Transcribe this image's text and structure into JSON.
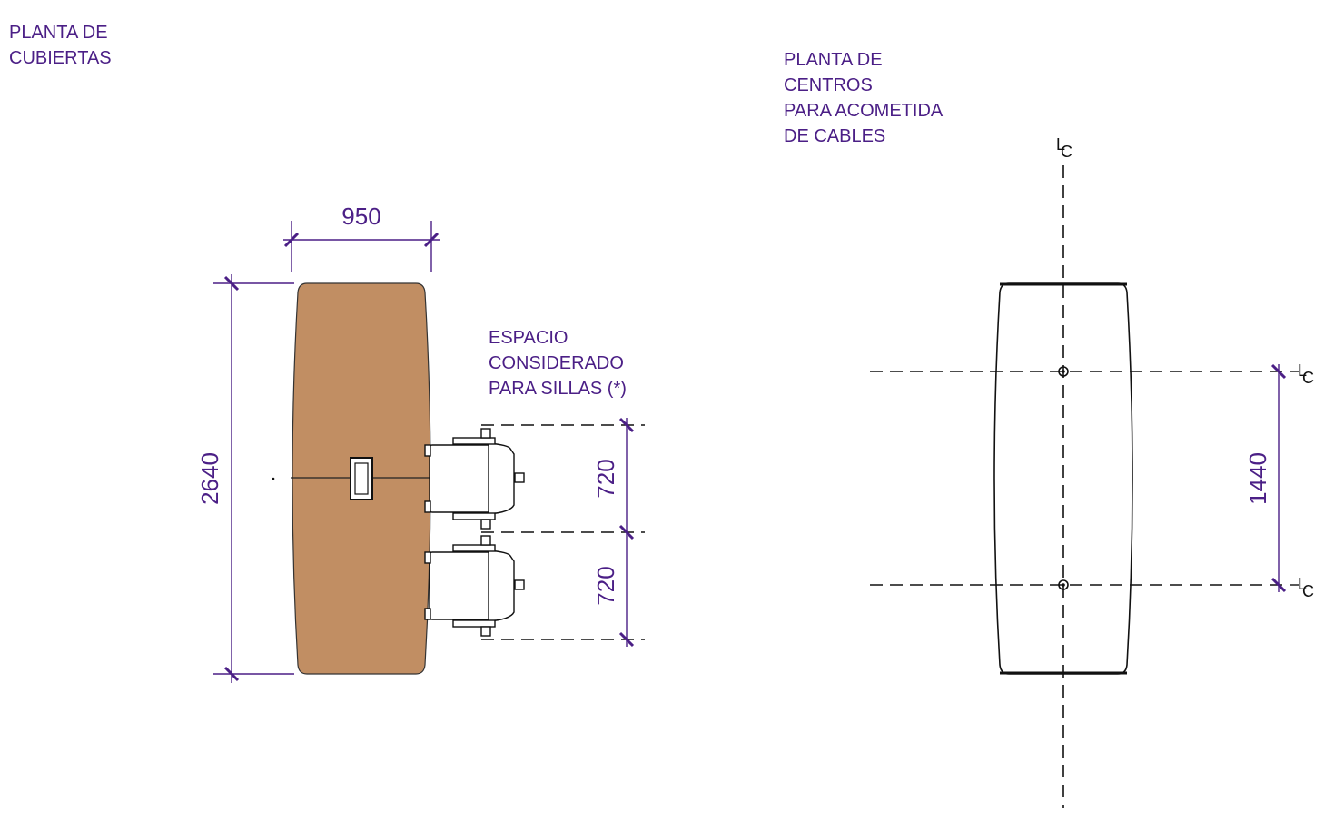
{
  "left_plan": {
    "title_lines": [
      "PLANTA DE",
      "CUBIERTAS"
    ],
    "width_dim": "950",
    "length_dim": "2640",
    "chair_note_lines": [
      "ESPACIO",
      "CONSIDERADO",
      "PARA SILLAS (*)"
    ],
    "chair_spacing_dims": [
      "720",
      "720"
    ],
    "table_color": "#c18e63"
  },
  "right_plan": {
    "title_lines": [
      "PLANTA DE",
      "CENTROS",
      "PARA ACOMETIDA",
      "DE CABLES"
    ],
    "centers_dim": "1440",
    "centerline_marks": [
      {
        "main": "L",
        "sub": "C"
      },
      {
        "main": "L",
        "sub": "C"
      },
      {
        "main": "L",
        "sub": "C"
      }
    ]
  },
  "colors": {
    "annotation": "#4b1f86",
    "lines": "#111111"
  }
}
